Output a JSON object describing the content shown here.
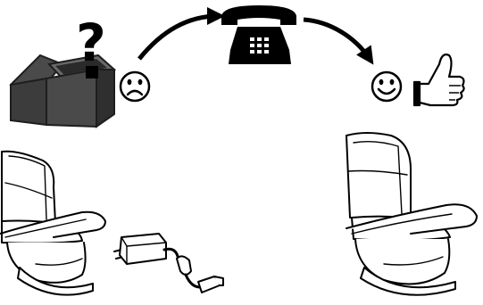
{
  "diagram": {
    "steps": [
      {
        "id": "missing-part",
        "icon": "open-box-question-icon",
        "mood": "sad-face-icon"
      },
      {
        "id": "call-support",
        "icon": "telephone-icon"
      },
      {
        "id": "resolved",
        "icon": "thumbs-up-icon",
        "mood": "happy-face-icon"
      }
    ],
    "question_mark": "?",
    "colors": {
      "ink": "#000000",
      "box_fill": "#4a4a4a",
      "box_dark": "#2f2f2f",
      "paper": "#ffffff"
    }
  }
}
